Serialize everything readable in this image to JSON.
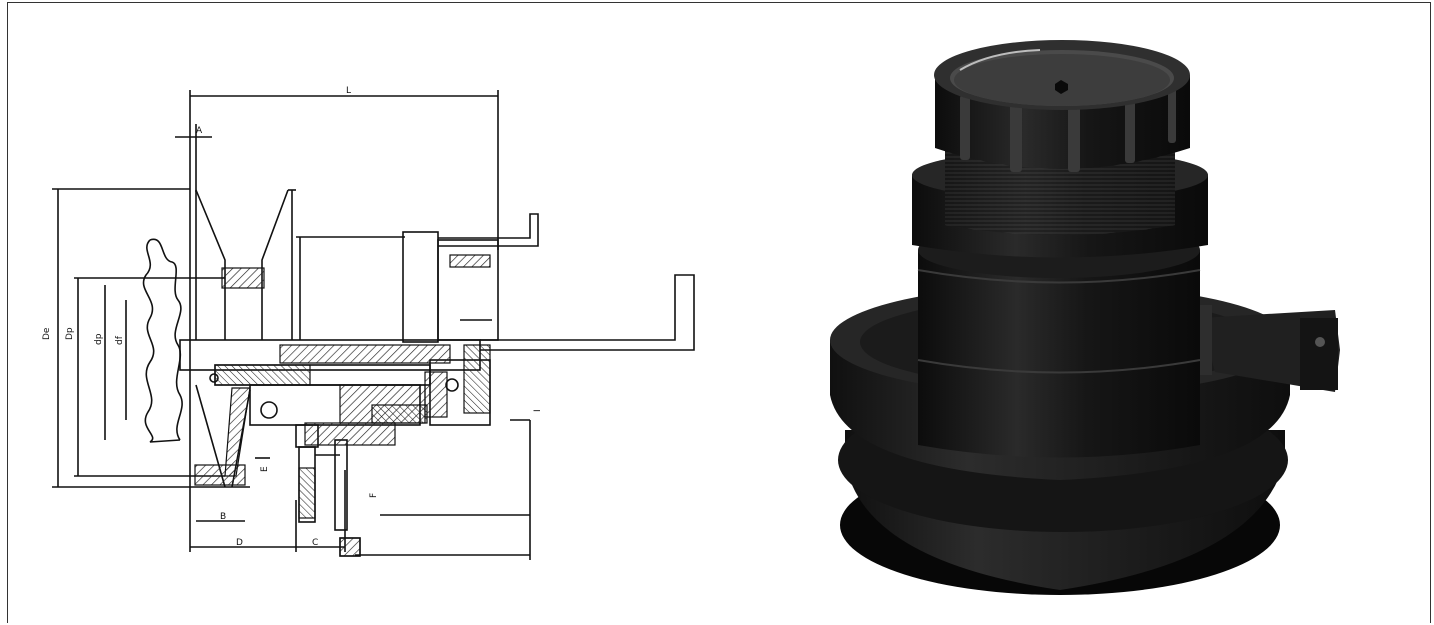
{
  "drawing": {
    "labels": {
      "L": "L",
      "A": "A",
      "De": "De",
      "Dp": "Dp",
      "dp": "dp",
      "df": "df",
      "B": "B",
      "D": "D",
      "C": "C",
      "E": "E",
      "F": "F",
      "I": "I"
    }
  },
  "photo": {
    "subject": "variable-speed pulley with adjustment handwheel"
  },
  "colors": {
    "line": "#111111",
    "hatch": "#222222",
    "body": "#1a1a1a"
  }
}
